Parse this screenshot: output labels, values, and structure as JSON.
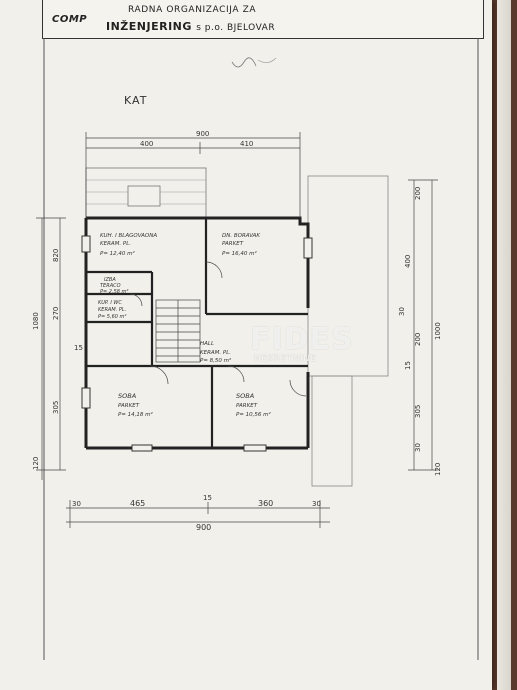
{
  "header": {
    "logo": "COMP",
    "line1": "RADNA ORGANIZACIJA ZA",
    "company": "INŽENJERING",
    "suffix": "s p.o. BJELOVAR"
  },
  "floor_label": "KAT",
  "rooms": [
    {
      "name": "KUH. I BLAGOVAONA",
      "finish": "KERAM. PL.",
      "area": "P= 12,40 m²"
    },
    {
      "name": "DN. BORAVAK",
      "finish": "PARKET",
      "area": "P= 16,40 m²"
    },
    {
      "name": "IZBA",
      "finish": "TERACO",
      "area": "P= 2,58 m²"
    },
    {
      "name": "KUP. I WC",
      "finish": "KERAM. PL.",
      "area": "P= 5,60 m²"
    },
    {
      "name": "HALL",
      "finish": "KERAM. PL.",
      "area": "P= 8,50 m²"
    },
    {
      "name": "SOBA",
      "finish": "PARKET",
      "area": "P= 14,18 m²"
    },
    {
      "name": "SOBA",
      "finish": "PARKET",
      "area": "P= 10,56 m²"
    }
  ],
  "dimensions": {
    "top_total": "900",
    "top_left": "400",
    "top_right": "410",
    "bottom_left": "465",
    "bottom_mid": "15",
    "bottom_right": "360",
    "bottom_total": "900",
    "bottom_edge_left": "30",
    "bottom_edge_right": "30",
    "left_total": "1080",
    "left_a": "820",
    "left_b": "270",
    "left_c": "305",
    "left_d": "120",
    "left_e": "15",
    "right_total": "1000",
    "right_a": "200",
    "right_b": "400",
    "right_c": "200",
    "right_d": "305",
    "right_e": "120",
    "right_f": "30",
    "right_g": "15",
    "right_h": "30"
  },
  "watermark": {
    "main": "FIDES",
    "sub": "NEKRETNINE"
  }
}
